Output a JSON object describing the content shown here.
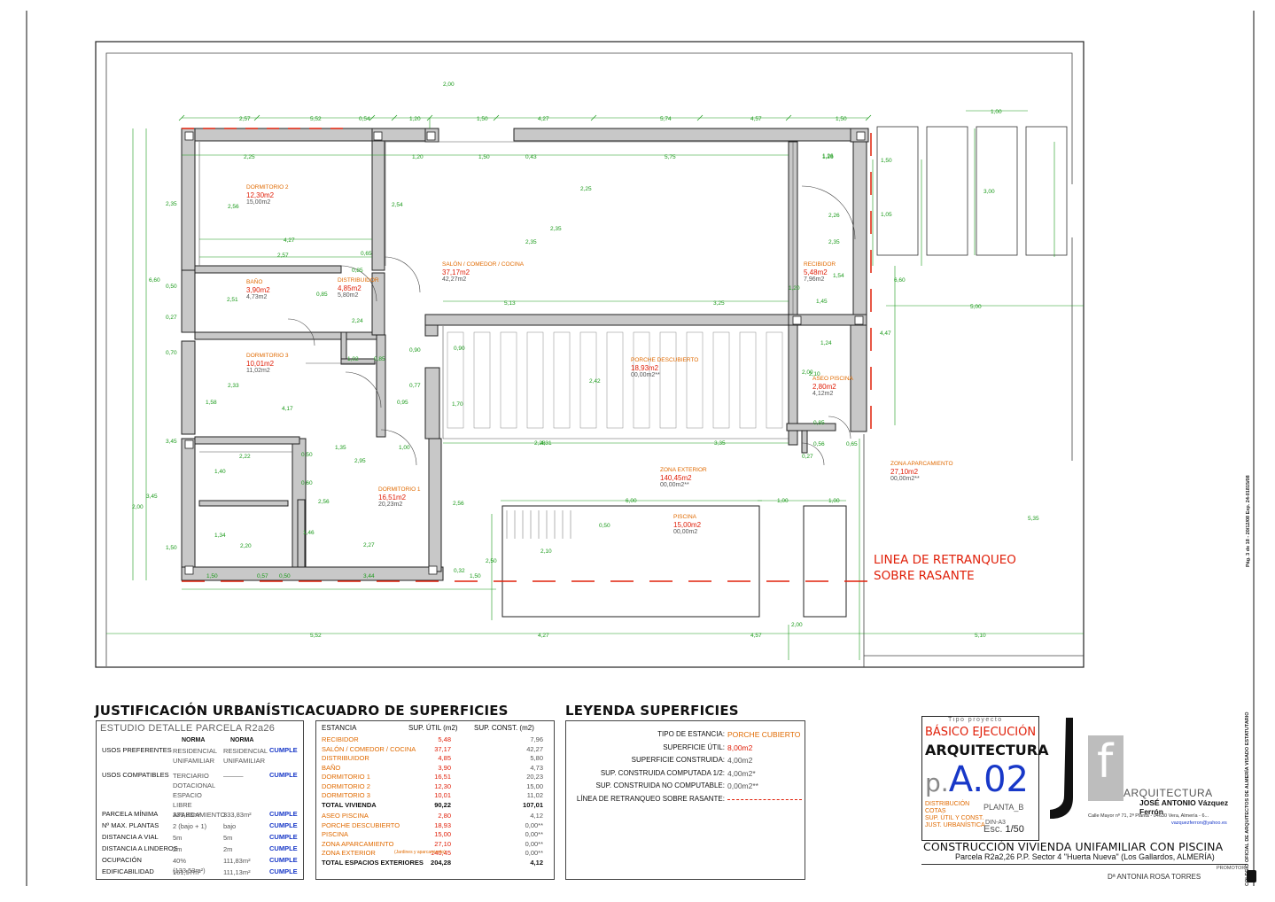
{
  "plan": {
    "rooms": [
      {
        "id": "dorm2",
        "name": "DORMITORIO 2",
        "util": "12,30m2",
        "const": "15,00m2"
      },
      {
        "id": "bano",
        "name": "BAÑO",
        "util": "3,90m2",
        "const": "4,73m2"
      },
      {
        "id": "distribuidor",
        "name": "DISTRIBUIDOR",
        "util": "4,85m2",
        "const": "5,80m2"
      },
      {
        "id": "salon",
        "name": "SALÓN / COMEDOR / COCINA",
        "util": "37,17m2",
        "const": "42,27m2"
      },
      {
        "id": "recibidor",
        "name": "RECIBIDOR",
        "util": "5,48m2",
        "const": "7,96m2"
      },
      {
        "id": "dorm3",
        "name": "DORMITORIO 3",
        "util": "10,01m2",
        "const": "11,02m2"
      },
      {
        "id": "porche",
        "name": "PORCHE DESCUBIERTO",
        "util": "18,93m2",
        "const": "00,00m2**"
      },
      {
        "id": "aseo",
        "name": "ASEO PISCINA",
        "util": "2,80m2",
        "const": "4,12m2"
      },
      {
        "id": "dorm1",
        "name": "DORMITORIO 1",
        "util": "16,51m2",
        "const": "20,23m2"
      },
      {
        "id": "zonaext",
        "name": "ZONA EXTERIOR",
        "util": "140,45m2",
        "const": "00,00m2**"
      },
      {
        "id": "piscina",
        "name": "PISCINA",
        "util": "15,00m2",
        "const": "00,00m2"
      },
      {
        "id": "aparc",
        "name": "ZONA APARCAMIENTO",
        "util": "27,10m2",
        "const": "00,00m2**"
      }
    ],
    "retranqueo_label_1": "LINEA DE RETRANQUEO",
    "retranqueo_label_2": "SOBRE RASANTE",
    "dims_top": [
      "2,57",
      "5,52",
      "0,54",
      "1,20",
      "1,50",
      "4,27",
      "5,74",
      "4,57",
      "1,50"
    ],
    "dims_top_inner": [
      "2,25",
      "1,20",
      "1,50",
      "0,43",
      "5,75",
      "1,26"
    ],
    "dims_bottom": [
      "1,50",
      "0,57",
      "0,50",
      "3,44",
      "1,50"
    ],
    "dims_overall": [
      "5,52",
      "4,27",
      "4,57",
      "2,00",
      "5,10"
    ],
    "dims_left": [
      "2,35",
      "6,60",
      "0,50",
      "0,27",
      "0,70",
      "3,45",
      "3,45",
      "2,00",
      "1,50"
    ],
    "dims_misc": [
      "2,00",
      "1,00",
      "3,00",
      "1,50",
      "1,05",
      "6,60",
      "5,00",
      "4,47",
      "5,35",
      "2,50",
      "2,10",
      "6,00",
      "1,00",
      "1,00",
      "0,50",
      "2,00",
      "5,13",
      "3,25",
      "4,31",
      "3,35",
      "2,56",
      "2,42",
      "1,70",
      "2,25",
      "2,56",
      "2,54",
      "2,35",
      "2,35",
      "4,27",
      "2,57",
      "0,85",
      "0,85",
      "0,65",
      "1,26",
      "2,51",
      "2,24",
      "1,02",
      "0,85",
      "2,33",
      "4,17",
      "1,58",
      "0,90",
      "0,90",
      "0,77",
      "0,95",
      "1,35",
      "2,95",
      "1,00",
      "0,50",
      "0,60",
      "2,22",
      "1,40",
      "2,56",
      "1,46",
      "1,34",
      "2,20",
      "2,27",
      "0,32",
      "2,28",
      "2,10",
      "0,85",
      "0,56",
      "0,65",
      "0,27",
      "1,24",
      "1,45",
      "1,54",
      "1,20",
      "2,35",
      "2,26"
    ]
  },
  "justificacion": {
    "title": "JUSTIFICACIÓN URBANÍSTICA",
    "subtitle": "ESTUDIO DETALLE PARCELA R2a26",
    "col_norma1": "NORMA",
    "col_norma2": "NORMA",
    "rows": [
      {
        "label": "USOS PREFERENTES",
        "a": "RESIDENCIAL UNIFAMILIAR",
        "b": "RESIDENCIAL UNIFAMILIAR",
        "status": "CUMPLE"
      },
      {
        "label": "USOS COMPATIBLES",
        "a": "TERCIARIO DOTACIONAL ESPACIO LIBRE APARCAMIENTO",
        "b": "———",
        "status": "CUMPLE"
      },
      {
        "label": "PARCELA MÍNIMA",
        "a": "333,83m²",
        "b": "333,83m²",
        "status": "CUMPLE"
      },
      {
        "label": "Nº MAX. PLANTAS",
        "a": "2 (bajo + 1)",
        "b": "bajo",
        "status": "CUMPLE"
      },
      {
        "label": "DISTANCIA A VIAL",
        "a": "5m",
        "b": "5m",
        "status": "CUMPLE"
      },
      {
        "label": "DISTANCIA A LINDEROS",
        "a": "2m",
        "b": "2m",
        "status": "CUMPLE"
      },
      {
        "label": "OCUPACIÓN",
        "a": "40% (133,53m²)",
        "b": "111,83m²",
        "status": "CUMPLE"
      },
      {
        "label": "EDIFICABILIDAD",
        "a": "161,57m²",
        "b": "111,13m²",
        "status": "CUMPLE"
      }
    ]
  },
  "cuadro": {
    "title": "CUADRO DE SUPERFICIES",
    "h_estancia": "ESTANCIA",
    "h_util": "SUP. ÚTIL (m2)",
    "h_const": "SUP. CONST. (m2)",
    "rows": [
      {
        "n": "RECIBIDOR",
        "u": "5,48",
        "c": "7,96"
      },
      {
        "n": "SALÓN / COMEDOR / COCINA",
        "u": "37,17",
        "c": "42,27"
      },
      {
        "n": "DISTRIBUIDOR",
        "u": "4,85",
        "c": "5,80"
      },
      {
        "n": "BAÑO",
        "u": "3,90",
        "c": "4,73"
      },
      {
        "n": "DORMITORIO 1",
        "u": "16,51",
        "c": "20,23"
      },
      {
        "n": "DORMITORIO 2",
        "u": "12,30",
        "c": "15,00"
      },
      {
        "n": "DORMITORIO 3",
        "u": "10,01",
        "c": "11,02"
      }
    ],
    "total_viv_label": "TOTAL VIVIENDA",
    "total_viv_u": "90,22",
    "total_viv_c": "107,01",
    "rows2": [
      {
        "n": "ASEO PISCINA",
        "u": "2,80",
        "c": "4,12"
      },
      {
        "n": "PORCHE DESCUBIERTO",
        "u": "18,93",
        "c": "0,00**"
      },
      {
        "n": "PISCINA",
        "u": "15,00",
        "c": "0,00**"
      },
      {
        "n": "ZONA APARCAMIENTO",
        "u": "27,10",
        "c": "0,00**"
      },
      {
        "n": "ZONA EXTERIOR",
        "u": "140,45",
        "c": "0,00**"
      }
    ],
    "zona_note": "(Jardines y aparcamiento)",
    "total_ext_label": "TOTAL ESPACIOS EXTERIORES",
    "total_ext_u": "204,28",
    "total_ext_c": "4,12"
  },
  "leyenda": {
    "title": "LEYENDA SUPERFICIES",
    "rows": [
      {
        "label": "TIPO DE ESTANCIA:",
        "value": "PORCHE CUBIERTO"
      },
      {
        "label": "SUPERFICIE ÚTIL:",
        "value": "8,00m2"
      },
      {
        "label": "SUPERFICIE CONSTRUIDA:",
        "value": "4,00m2"
      },
      {
        "label": "SUP. CONSTRUIDA COMPUTADA 1/2:",
        "value": "4,00m2*"
      },
      {
        "label": "SUP. CONSTRUIDA NO COMPUTABLE:",
        "value": "0,00m2**"
      },
      {
        "label": "LÍNEA DE RETRANQUEO SOBRE RASANTE:",
        "value": ""
      }
    ]
  },
  "titleblock": {
    "proyecto_small": "Tipo proyecto",
    "tipo": "BÁSICO EJECUCIÓN",
    "area": "ARQUITECTURA",
    "plano_prefix": "p.",
    "plano": "A.02",
    "desc": [
      "DISTRIBUCIÓN",
      "COTAS",
      "SUP. ÚTIL Y CONST.",
      "JUST. URBANÍSTICA"
    ],
    "planta": "PLANTA_B",
    "din": "DIN-A3",
    "esc_label": "Esc.",
    "esc": "1/50",
    "firm_letter": "f",
    "firm_word": "ARQUITECTURA",
    "arquitecto": "JOSÉ ANTONIO Vázquez Ferrón",
    "address": "Calle Mayor nº 71, 2ª Planta - 04630 Vera, Almería - 6...",
    "email": "vazquezferron@yahoo.es",
    "obra": "CONSTRUCCIÓN VIVIENDA UNIFAMILIAR CON PISCINA",
    "parcela": "Parcela R2a2,26 P.P. Sector 4 \"Huerta Nueva\" (Los Gallardos, ALMERÍA)",
    "promotor_label": "PROMOTOR",
    "promotor": "Dª ANTONIA ROSA TORRES",
    "stamp": "COLEGIO OFICIAL DE ARQUITECTOS DE ALMERÍA   VISADO ESTATUTARIO",
    "side_note": "Pág. 3 de 18   -   20/12/08   Exp. 24-01815/08"
  }
}
